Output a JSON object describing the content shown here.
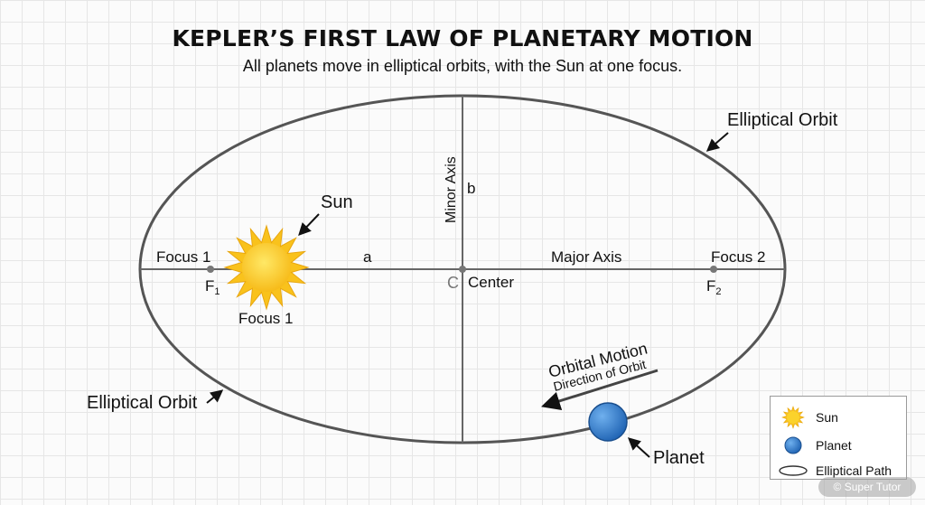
{
  "title": "KEPLER’S FIRST LAW OF PLANETARY MOTION",
  "subtitle": "All planets move in elliptical orbits, with the Sun at one focus.",
  "labels": {
    "elliptical_orbit_top": "Elliptical Orbit",
    "elliptical_orbit_left": "Elliptical Orbit",
    "sun": "Sun",
    "focus1": "Focus 1",
    "focus2": "Focus 2",
    "focus1_below": "Focus 1",
    "f1": "F",
    "f1_sub": "1",
    "f2": "F",
    "f2_sub": "2",
    "a": "a",
    "b": "b",
    "minor_axis": "Minor Axis",
    "major_axis": "Major Axis",
    "c": "C",
    "center": "Center",
    "orbital_motion": "Orbital Motion",
    "direction_of_orbit": "Direction of Orbit",
    "planet": "Planet"
  },
  "legend": {
    "sun": "Sun",
    "planet": "Planet",
    "path": "Elliptical Path"
  },
  "watermark": "© Super Tutor",
  "colors": {
    "sun": "#f9c21c",
    "sun_core": "#fdd835",
    "planet": "#2f7fd1",
    "line": "#555555"
  }
}
